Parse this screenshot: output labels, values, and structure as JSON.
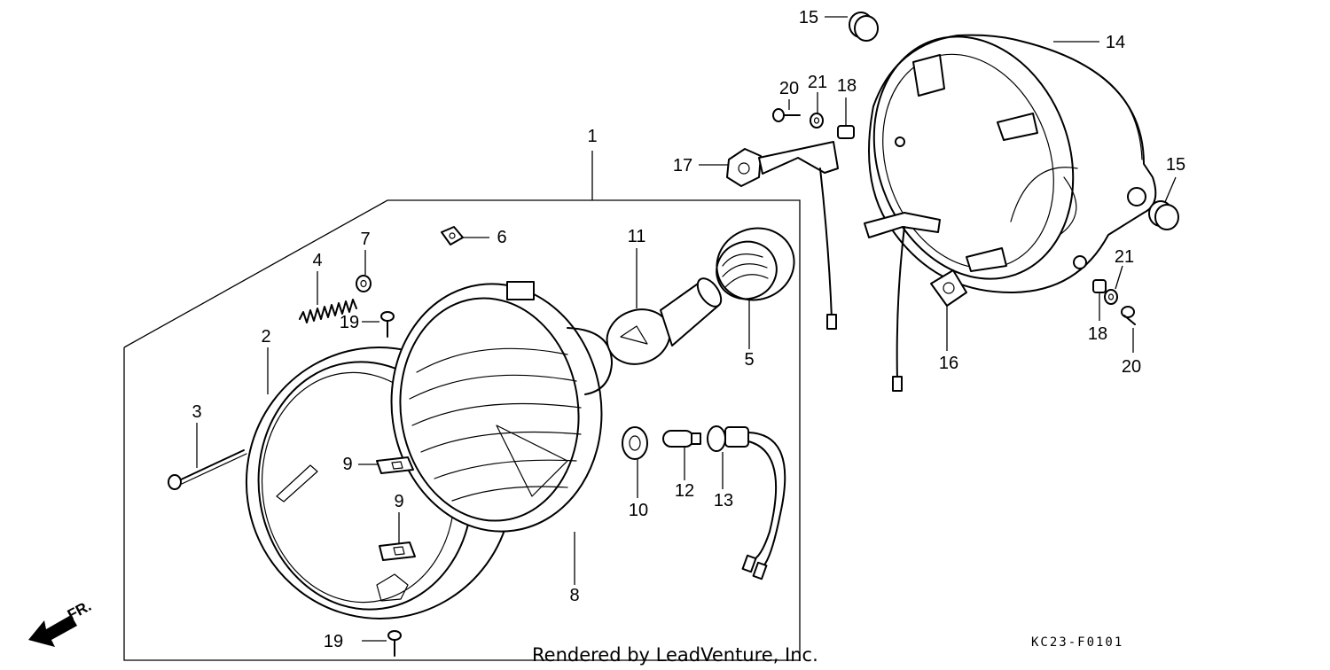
{
  "labels": {
    "p1": "1",
    "p2": "2",
    "p3": "3",
    "p4": "4",
    "p5": "5",
    "p6": "6",
    "p7": "7",
    "p8": "8",
    "p9a": "9",
    "p9b": "9",
    "p10": "10",
    "p11": "11",
    "p12": "12",
    "p13": "13",
    "p14": "14",
    "p15a": "15",
    "p15b": "15",
    "p16": "16",
    "p17": "17",
    "p18a": "18",
    "p18b": "18",
    "p19a": "19",
    "p19b": "19",
    "p20a": "20",
    "p20b": "20",
    "p21a": "21",
    "p21b": "21"
  },
  "direction_label": "FR.",
  "diagram_code": "KC23-F0101",
  "watermark": "Rendered by LeadVenture, Inc."
}
